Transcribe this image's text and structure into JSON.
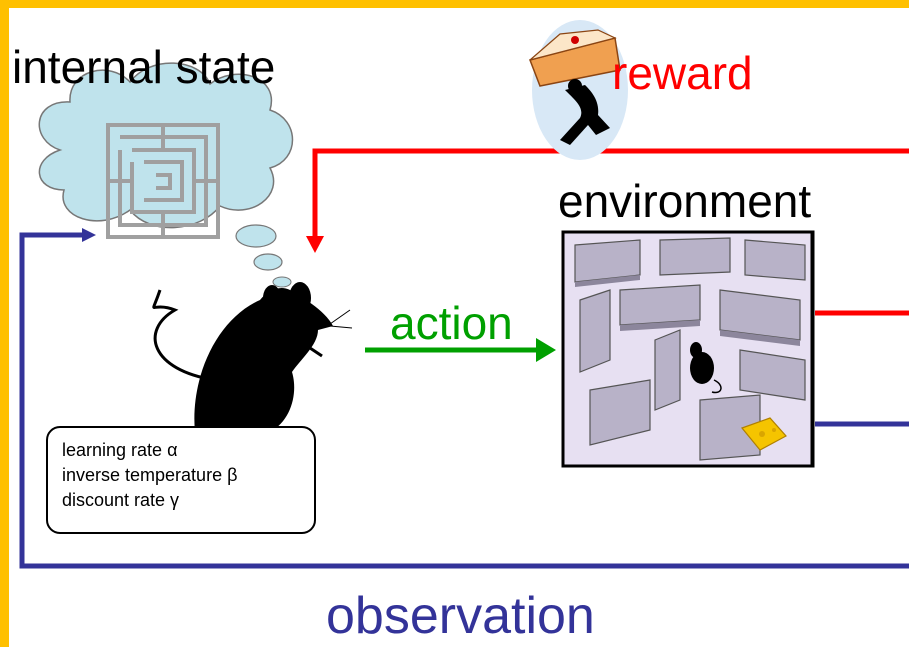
{
  "labels": {
    "internal_state": "internal state",
    "reward": "reward",
    "environment": "environment",
    "action": "action",
    "observation": "observation"
  },
  "params": {
    "learning_rate": "learning rate α",
    "inverse_temperature": "inverse temperature β",
    "discount_rate": "discount rate γ"
  },
  "icons": [
    "thought-cloud-maze-icon",
    "rat-silhouette-icon",
    "running-man-pie-icon",
    "maze-environment-icon",
    "rat-in-maze-icon",
    "cheese-icon"
  ],
  "colors": {
    "frame": "#FFC000",
    "reward": "#FF0000",
    "action": "#00A000",
    "observation": "#333399",
    "cloud": "#BFE3EC",
    "maze_wall": "#A0A0A0"
  }
}
